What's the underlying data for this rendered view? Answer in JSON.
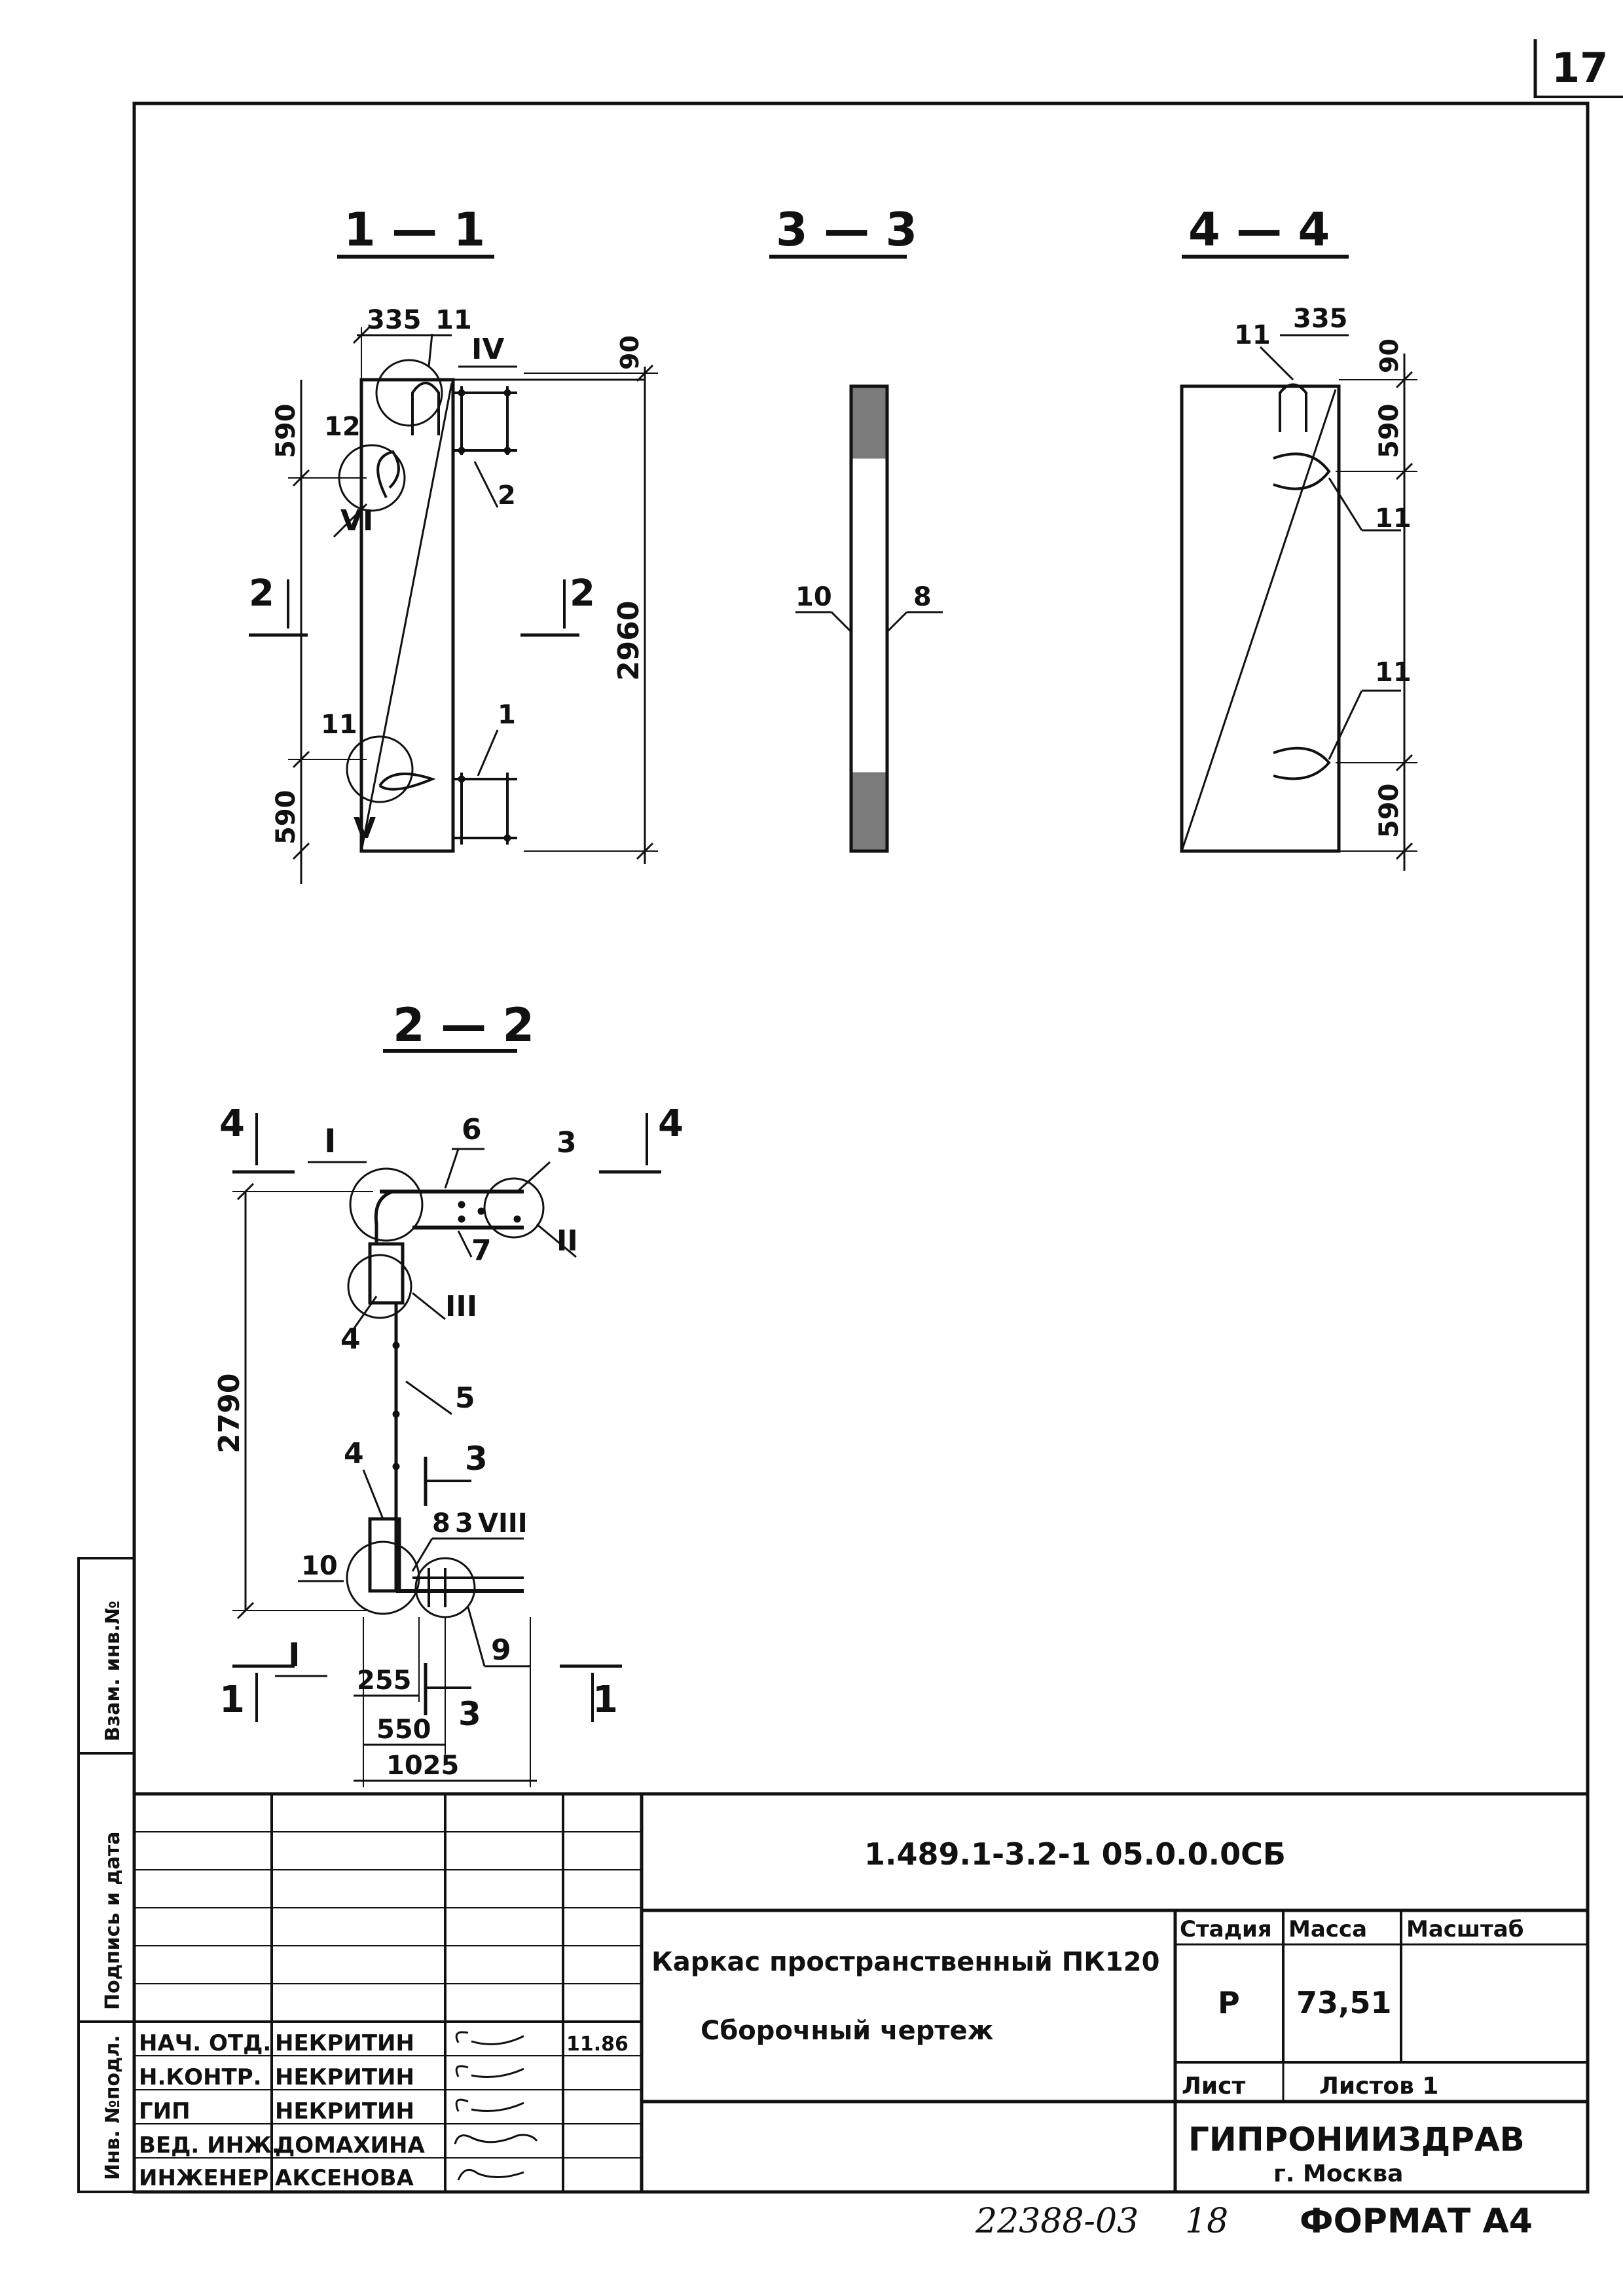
{
  "sheet_number": "17",
  "sections": {
    "s11": "1 — 1",
    "s33": "3 — 3",
    "s44": "4 — 4",
    "s22": "2 — 2"
  },
  "dims_11": {
    "d335": "335",
    "d90": "90",
    "d590_top": "590",
    "d2960": "2960",
    "d590_bot": "590"
  },
  "labels_11": {
    "p11_top": "11",
    "r4": "IV",
    "p12": "12",
    "r6": "VI",
    "p2": "2",
    "cut2_left": "2",
    "cut2_right": "2",
    "p11_bot": "11",
    "p1": "1",
    "r5": "V"
  },
  "labels_33": {
    "p10": "10",
    "p8": "8"
  },
  "dims_44": {
    "d335": "335",
    "d90": "90",
    "d590_top": "590",
    "d590_bot": "590"
  },
  "labels_44": {
    "p11_a": "11",
    "p11_b": "11",
    "p11_c": "11"
  },
  "section_22": {
    "cut4_left": "4",
    "cut4_right": "4",
    "r1_top": "I",
    "p6": "6",
    "p3": "3",
    "r2": "II",
    "p7": "7",
    "r3": "III",
    "p4_top": "4",
    "p5": "5",
    "d2790": "2790",
    "p4_bot": "4",
    "cut3_top": "3",
    "p8": "8",
    "p3b": "3",
    "r8": "VIII",
    "p10": "10",
    "p9": "9",
    "r1_bot": "I",
    "cut1_left": "1",
    "cut1_right": "1",
    "d255": "255",
    "cut3_bot": "3",
    "d550": "550",
    "d1025": "1025"
  },
  "side_stamp": {
    "inv_podl": "Инв. №подл.",
    "podpis": "Подпись и дата",
    "vzam": "Взам. инв.№"
  },
  "title_block": {
    "doc_code": "1.489.1-3.2-1 05.0.0.0СБ",
    "title_line1": "Каркас пространственный ПК120",
    "title_line2": "Сборочный чертеж",
    "stadia_h": "Стадия",
    "massa_h": "Масса",
    "masshtab_h": "Масштаб",
    "stadia_v": "Р",
    "massa_v": "73,51",
    "masshtab_v": "",
    "list_h": "Лист",
    "listov_h": "Листов 1",
    "org_name": "ГИПРОНИИЗДРАВ",
    "org_city": "г. Москва",
    "signers": [
      {
        "role": "НАЧ. ОТД.",
        "name": "НЕКРИТИН",
        "date": "11.86"
      },
      {
        "role": "Н.КОНТР.",
        "name": "НЕКРИТИН",
        "date": ""
      },
      {
        "role": "ГИП",
        "name": "НЕКРИТИН",
        "date": ""
      },
      {
        "role": "ВЕД. ИНЖ.",
        "name": "ДОМАХИНА",
        "date": ""
      },
      {
        "role": "ИНЖЕНЕР",
        "name": "АКСЕНОВА",
        "date": ""
      }
    ]
  },
  "footer": {
    "inv_number": "22388-03",
    "page": "18",
    "format": "ФОРМАТ А4"
  },
  "colors": {
    "ink": "#111111",
    "paper": "#ffffff"
  }
}
